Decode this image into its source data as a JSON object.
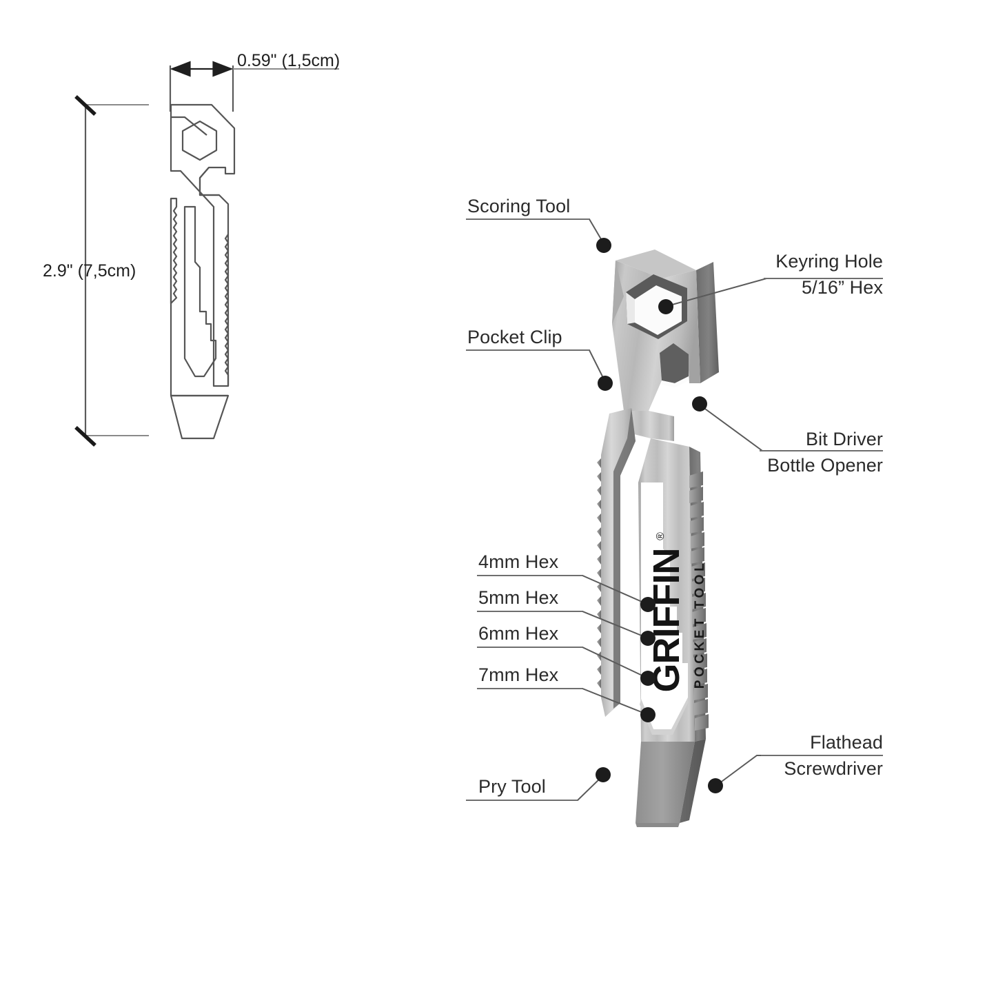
{
  "product": {
    "brand": "GRIFFIN",
    "brand_mark": "®",
    "brand_sub": "POCKET TOOL"
  },
  "dimensions": {
    "width_label": "0.59\" (1,5cm)",
    "height_label": "2.9\" (7,5cm)"
  },
  "callouts": {
    "scoring_tool": "Scoring Tool",
    "pocket_clip": "Pocket Clip",
    "keyring_hole": "Keyring Hole",
    "keyring_hex": "5/16” Hex",
    "bit_driver": "Bit Driver",
    "bottle_opener": "Bottle Opener",
    "hex_4mm": "4mm Hex",
    "hex_5mm": "5mm Hex",
    "hex_6mm": "6mm Hex",
    "hex_7mm": "7mm Hex",
    "pry_tool": "Pry Tool",
    "flathead": "Flathead",
    "screwdriver": "Screwdriver"
  },
  "colors": {
    "background": "#ffffff",
    "line": "#4a4a4a",
    "text": "#2b2b2b",
    "dim_line": "#6b6b6b",
    "metal_light": "#d9d9d9",
    "metal_mid": "#b6b6b6",
    "metal_dark": "#8c8c8c",
    "metal_shadow": "#6f6f6f",
    "dot": "#1c1c1c"
  }
}
